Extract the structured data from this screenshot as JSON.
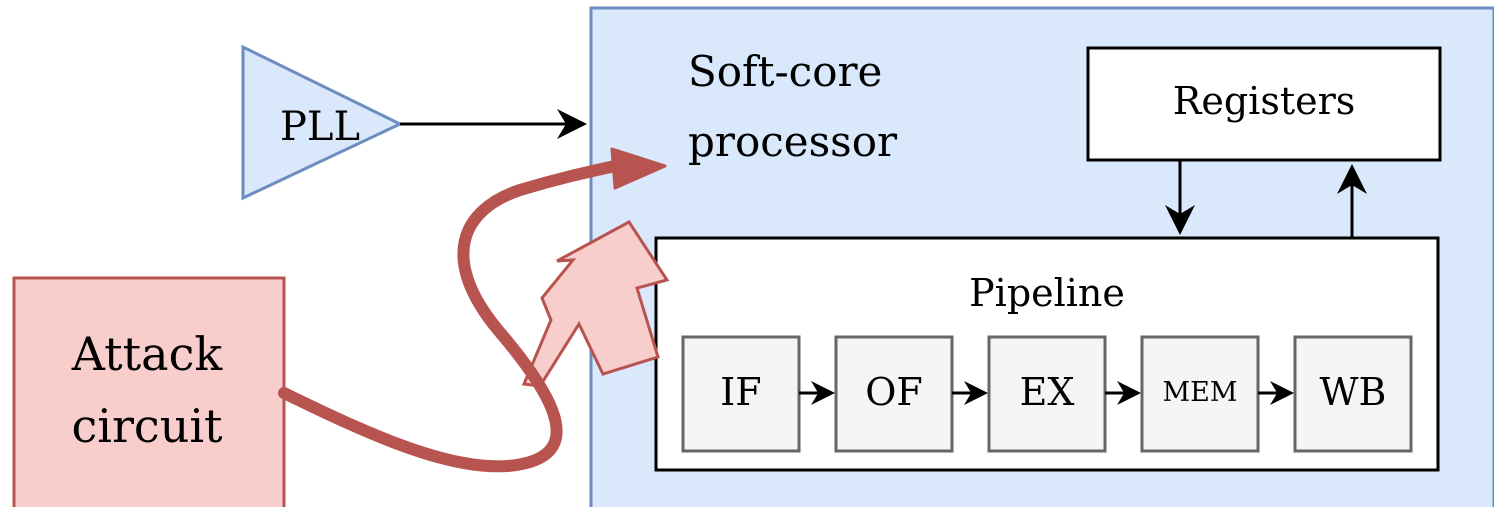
{
  "nodes": {
    "pll": {
      "label": "PLL"
    },
    "processor": {
      "title_line1": "Soft-core",
      "title_line2": "processor"
    },
    "registers": {
      "label": "Registers"
    },
    "pipeline": {
      "label": "Pipeline",
      "stages": [
        "IF",
        "OF",
        "EX",
        "MEM",
        "WB"
      ]
    },
    "attack": {
      "label_line1": "Attack",
      "label_line2": "circuit"
    }
  },
  "colors": {
    "processor_fill": "#dae8fc",
    "processor_stroke": "#6c8ebf",
    "attack_fill": "#f8cecc",
    "attack_stroke": "#b85450",
    "stage_fill": "#f5f5f5",
    "stage_stroke": "#666666"
  }
}
